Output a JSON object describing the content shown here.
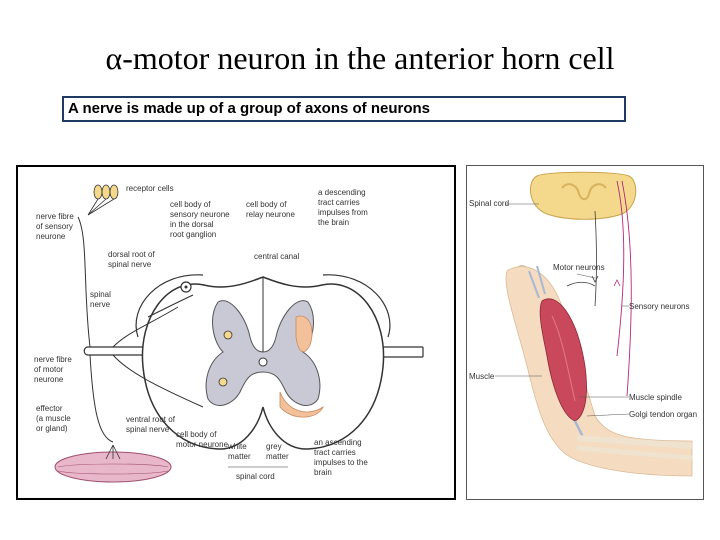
{
  "slide": {
    "title": "α-motor neuron in the anterior horn cell",
    "caption": "A  nerve is made up of a group of axons of neurons"
  },
  "left_diagram": {
    "labels": {
      "receptor_cells": "receptor cells",
      "nerve_fibre_sensory": [
        "nerve fibre",
        "of sensory",
        "neurone"
      ],
      "cell_body_sensory": [
        "cell body of",
        "sensory neurone",
        "in the dorsal",
        "root ganglion"
      ],
      "cell_body_relay": [
        "cell body of",
        "relay neurone"
      ],
      "descending_tract": [
        "a descending",
        "tract carries",
        "impulses from",
        "the brain"
      ],
      "dorsal_root": [
        "dorsal root of",
        "spinal nerve"
      ],
      "central_canal": "central canal",
      "spinal_nerve": [
        "spinal",
        "nerve"
      ],
      "nerve_fibre_motor": [
        "nerve fibre",
        "of motor",
        "neurone"
      ],
      "effector": [
        "effector",
        "(a muscle",
        "or gland)"
      ],
      "ventral_root": [
        "ventral root of",
        "spinal nerve"
      ],
      "cell_body_motor": [
        "cell body of",
        "motor neurone"
      ],
      "white_matter": [
        "white",
        "matter"
      ],
      "grey_matter": [
        "grey",
        "matter"
      ],
      "ascending_tract": [
        "an ascending",
        "tract carries",
        "impulses to the",
        "brain"
      ],
      "spinal_cord": "spinal cord"
    }
  },
  "right_diagram": {
    "labels": {
      "spinal_cord": "Spinal cord",
      "motor_neurons": "Motor neurons",
      "sensory_neurons": "Sensory neurons",
      "muscle": "Muscle",
      "muscle_spindle": "Muscle spindle",
      "golgi_tendon_organ": "Golgi tendon organ"
    }
  },
  "colors": {
    "caption_border": "#1f3a5f",
    "grey_matter": "#c9c9d6",
    "ascending_tract": "#f2c19c",
    "muscle_pink": "#e8b7c9",
    "spinal_cord_yellow": "#f4d98c",
    "arm_skin": "#f5dcc0",
    "muscle_red": "#c9485b",
    "sensory_line": "#b3287a"
  }
}
